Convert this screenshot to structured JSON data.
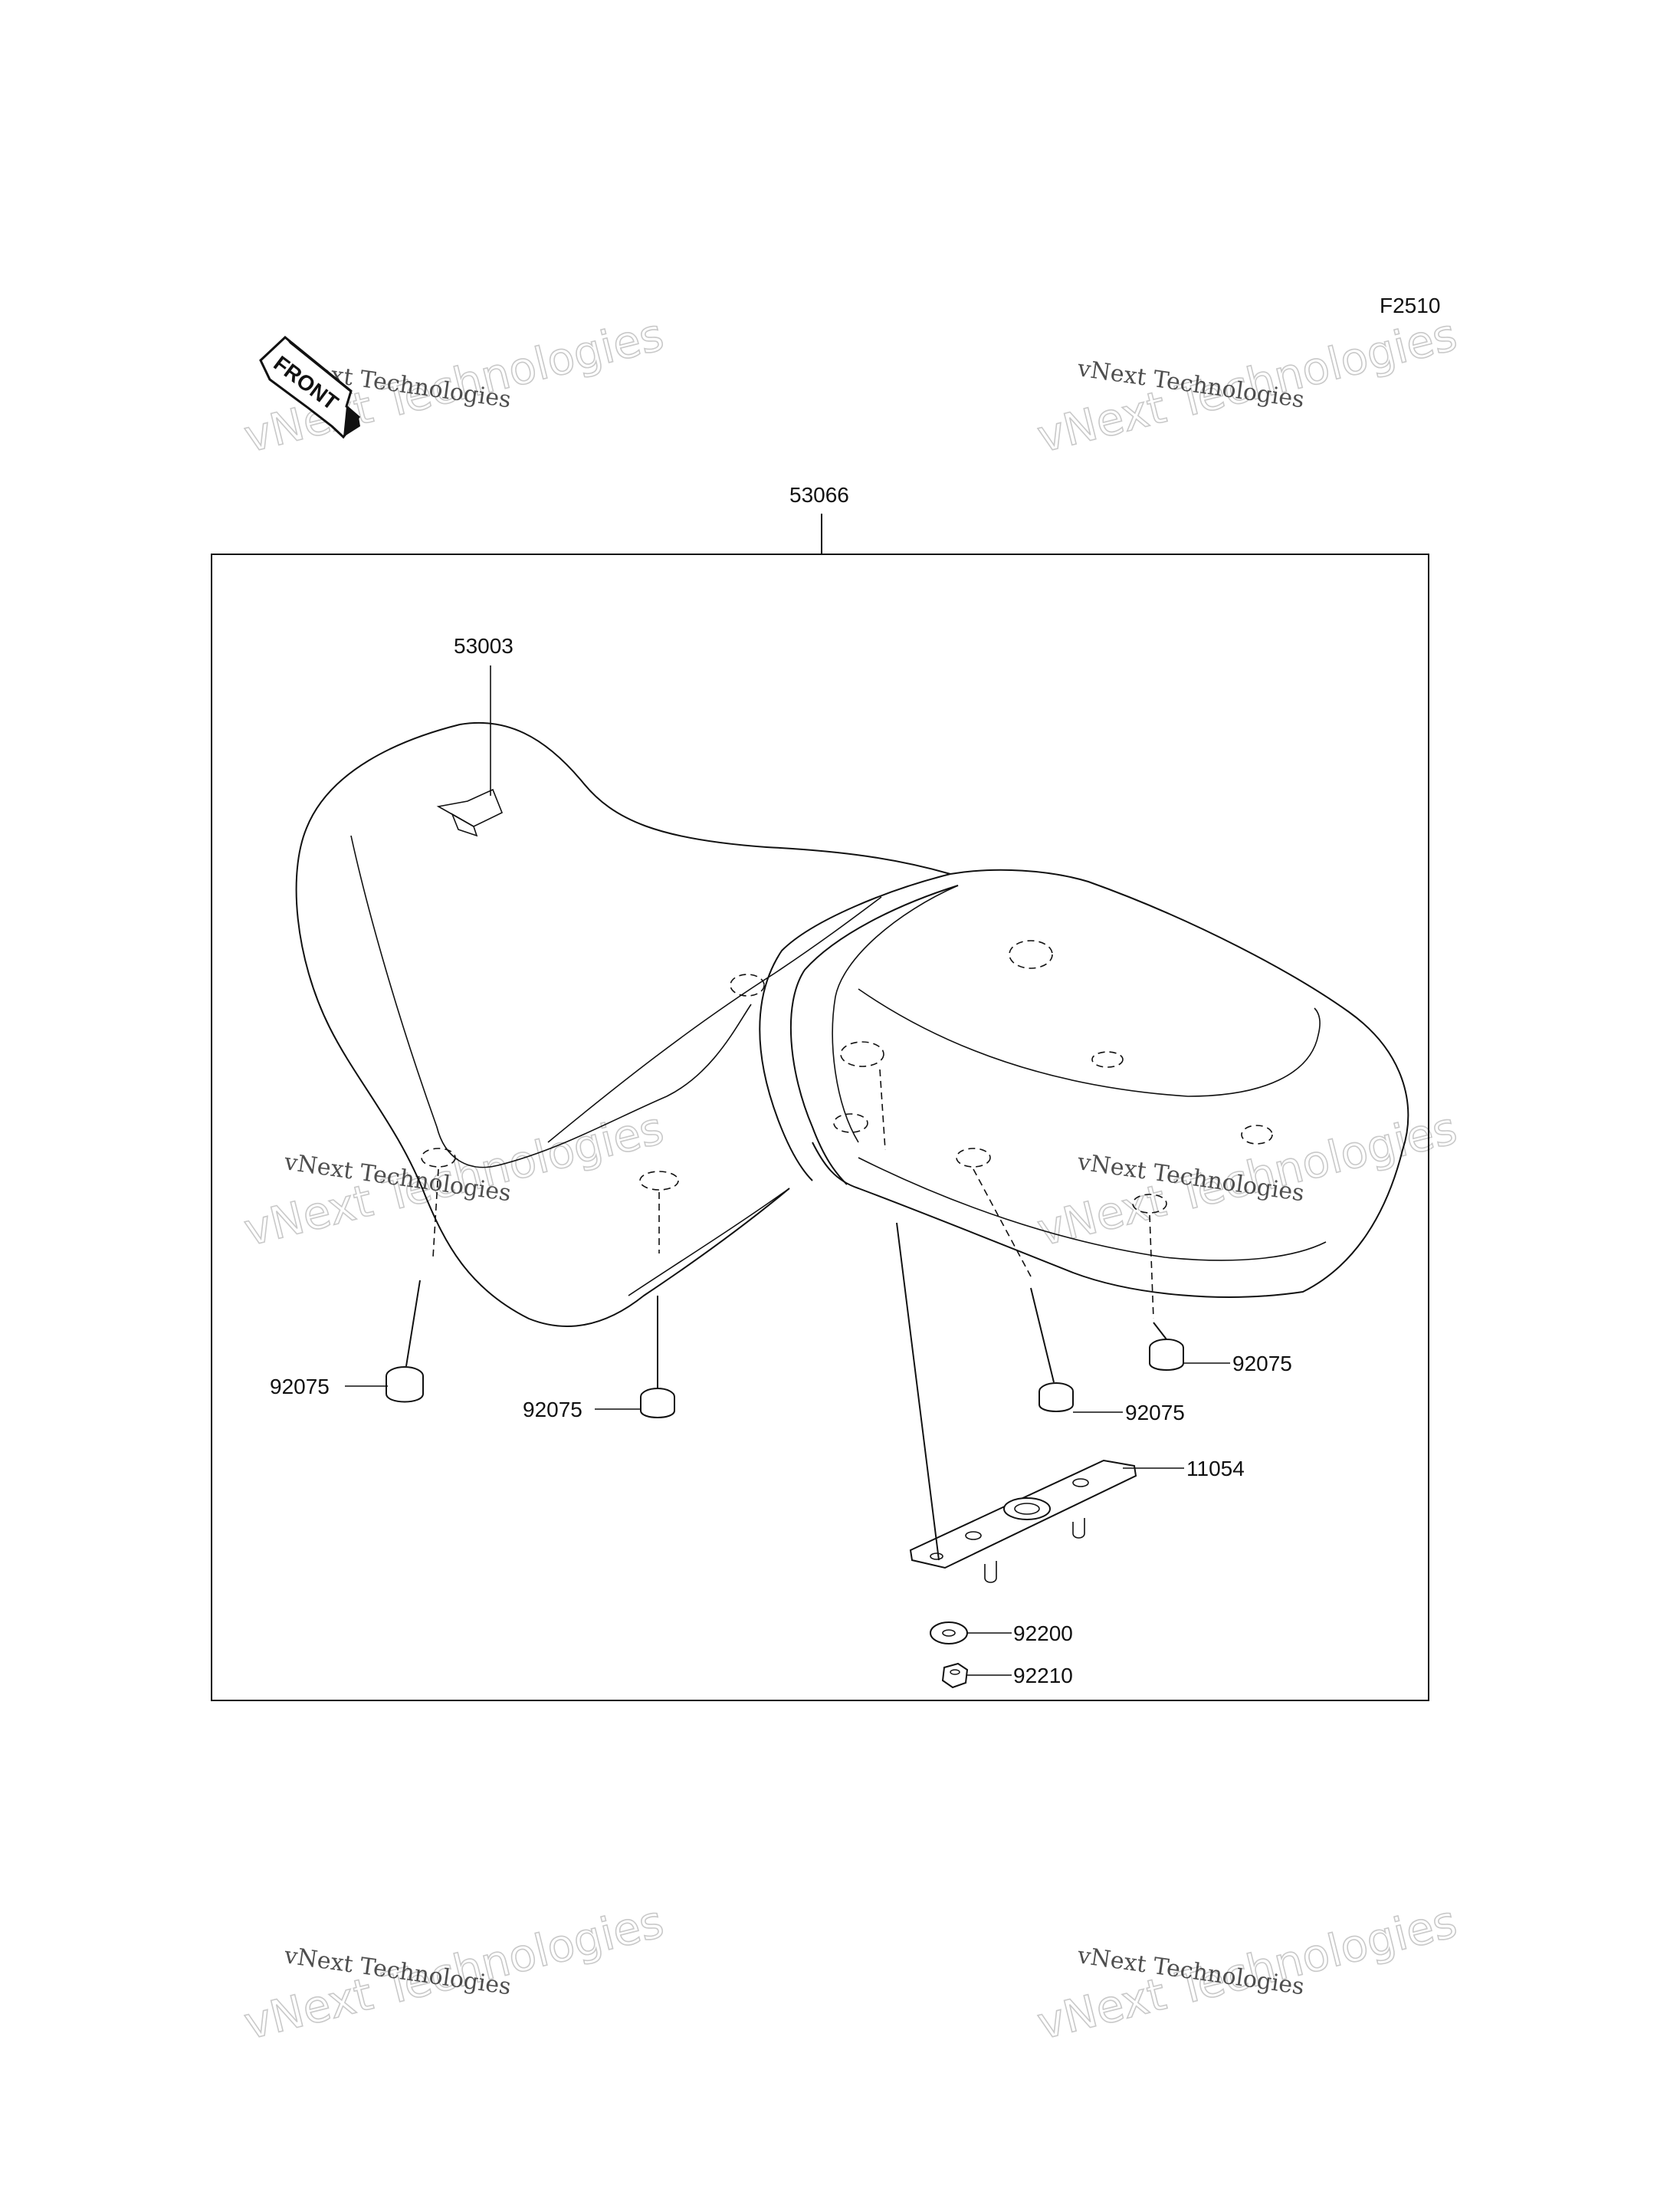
{
  "figure_code": "F2510",
  "front_marker": "FRONT",
  "assembly_label": "53066",
  "parts": [
    {
      "id": "seat-logo-emblem",
      "number": "53003"
    },
    {
      "id": "damper-front-left",
      "number": "92075"
    },
    {
      "id": "damper-center-left",
      "number": "92075"
    },
    {
      "id": "damper-center-right",
      "number": "92075"
    },
    {
      "id": "damper-rear-right",
      "number": "92075"
    },
    {
      "id": "seat-bracket",
      "number": "11054"
    },
    {
      "id": "washer",
      "number": "92200"
    },
    {
      "id": "nut",
      "number": "92210"
    }
  ],
  "watermark": {
    "line1": "vNext Technologies",
    "line2": "vNext Technologies"
  }
}
